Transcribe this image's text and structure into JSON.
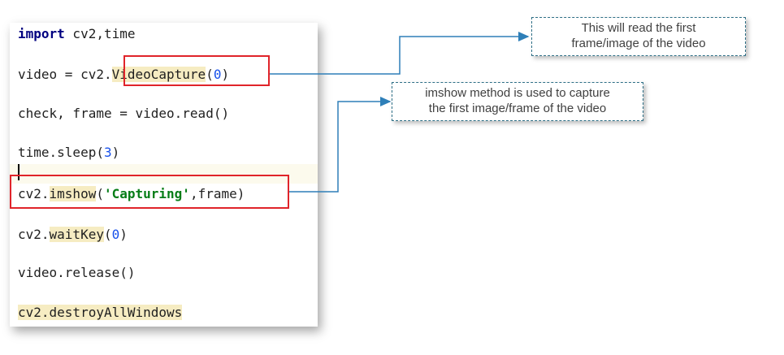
{
  "code": {
    "lines": [
      {
        "parts": [
          {
            "t": "import",
            "c": "kw"
          },
          {
            "t": " cv2,time",
            "c": ""
          }
        ]
      },
      {
        "parts": [
          {
            "t": "video = cv2.",
            "c": ""
          },
          {
            "t": "VideoCapture",
            "c": "hl"
          },
          {
            "t": "(",
            "c": ""
          },
          {
            "t": "0",
            "c": "num"
          },
          {
            "t": ")",
            "c": ""
          }
        ]
      },
      {
        "parts": [
          {
            "t": "check, frame = video.read()",
            "c": ""
          }
        ]
      },
      {
        "parts": [
          {
            "t": "time.sleep(",
            "c": ""
          },
          {
            "t": "3",
            "c": "num"
          },
          {
            "t": ")",
            "c": ""
          }
        ]
      },
      {
        "parts": [
          {
            "t": "cv2.",
            "c": ""
          },
          {
            "t": "imshow",
            "c": "hl"
          },
          {
            "t": "(",
            "c": ""
          },
          {
            "t": "'Capturing'",
            "c": "str"
          },
          {
            "t": ",frame)",
            "c": ""
          }
        ]
      },
      {
        "parts": [
          {
            "t": "cv2.",
            "c": ""
          },
          {
            "t": "waitKey",
            "c": "hl"
          },
          {
            "t": "(",
            "c": ""
          },
          {
            "t": "0",
            "c": "num"
          },
          {
            "t": ")",
            "c": ""
          }
        ]
      },
      {
        "parts": [
          {
            "t": "video.release()",
            "c": ""
          }
        ]
      },
      {
        "parts": [
          {
            "t": "cv2.destroyAllWindows",
            "c": "hl"
          }
        ]
      }
    ]
  },
  "callouts": {
    "read_frame": {
      "line1": "This will read the first",
      "line2": "frame/image of the video"
    },
    "imshow": {
      "line1": "imshow method is used to capture",
      "line2": "the first image/frame of the video"
    }
  },
  "colors": {
    "highlight_box": "#e0242a",
    "connector": "#2e7fb8",
    "callout_border": "#2e6f86"
  }
}
